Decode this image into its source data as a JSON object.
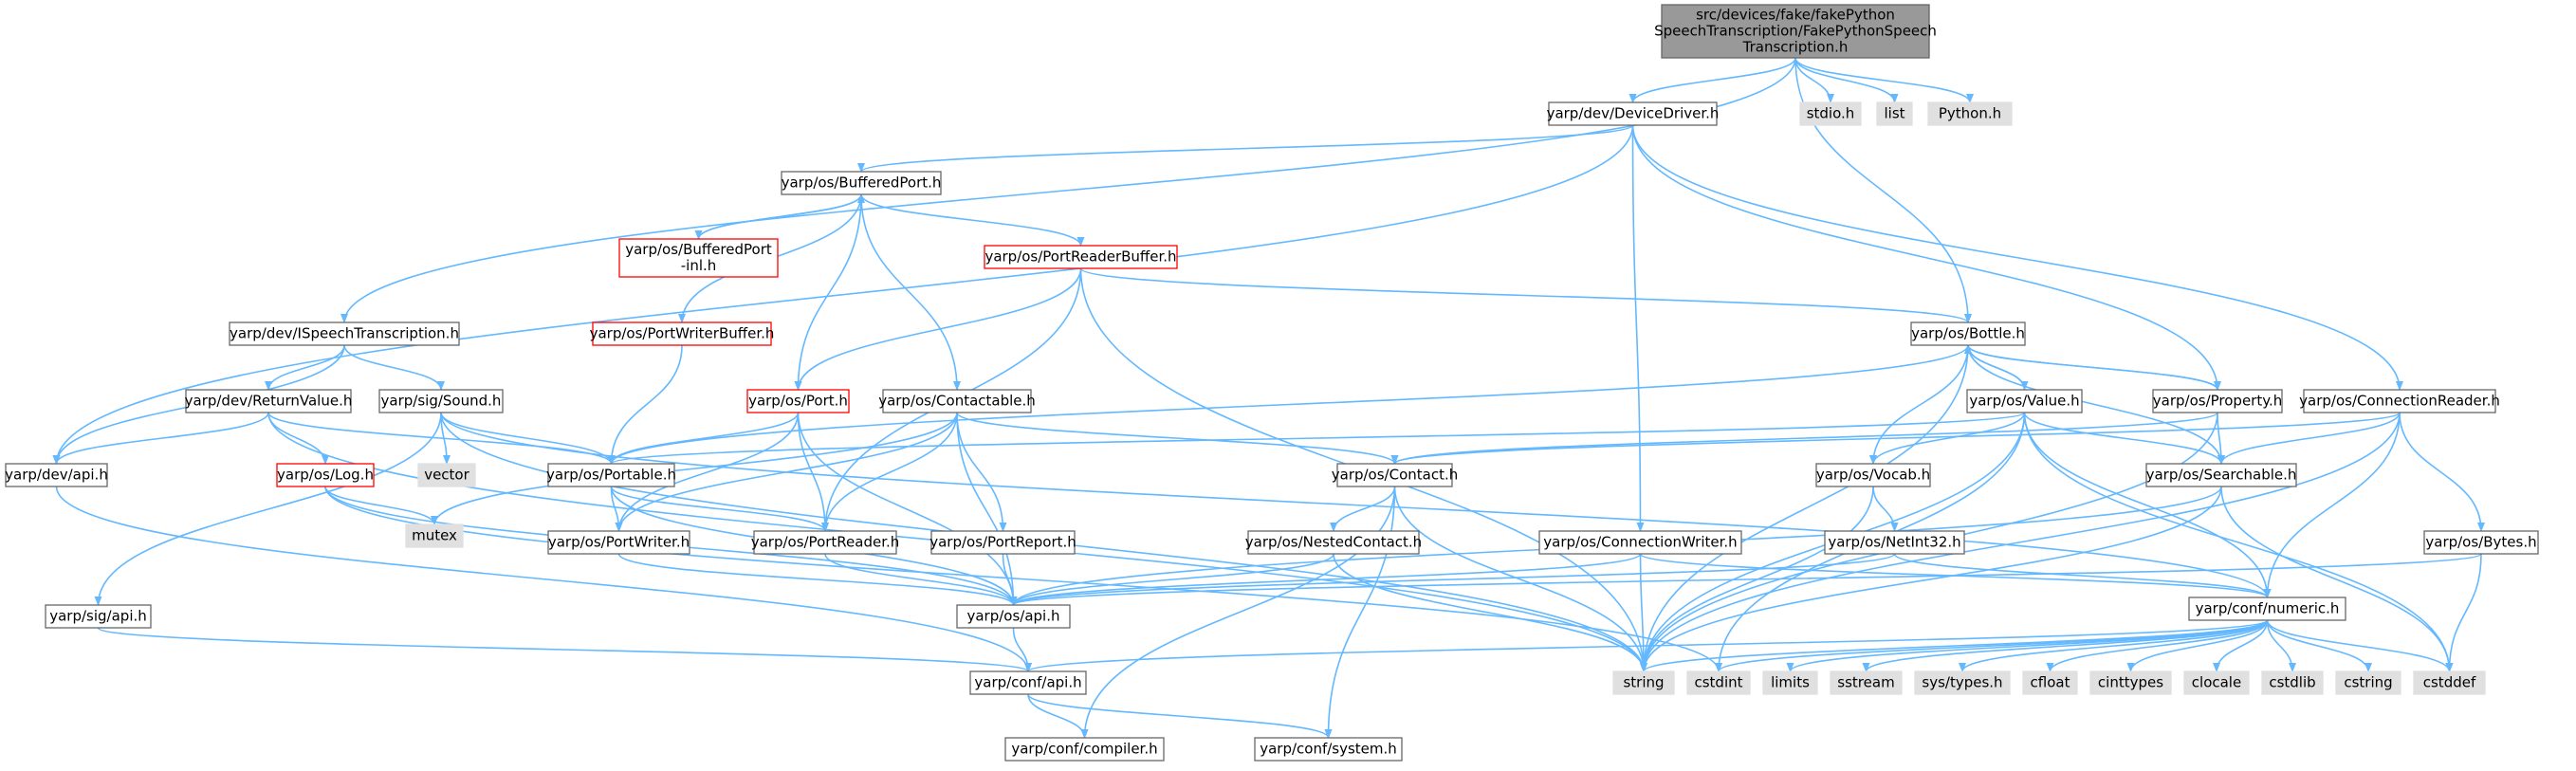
{
  "colors": {
    "node_fill": "#ffffff",
    "node_border": "#666666",
    "root_fill": "#999999",
    "root_border": "#666666",
    "external_fill": "#e0e0e0",
    "external_border": "#e0e0e0",
    "truncated_border": "#ff0000",
    "edge": "#63b8ff"
  },
  "nodes": [
    {
      "id": "root",
      "kind": "root",
      "lines": [
        "src/devices/fake/fakePython",
        "SpeechTranscription/FakePythonSpeech",
        "Transcription.h"
      ]
    },
    {
      "id": "devicedriver",
      "kind": "normal",
      "lines": [
        "yarp/dev/DeviceDriver.h"
      ]
    },
    {
      "id": "stdio",
      "kind": "external",
      "lines": [
        "stdio.h"
      ]
    },
    {
      "id": "list",
      "kind": "external",
      "lines": [
        "list"
      ]
    },
    {
      "id": "python",
      "kind": "external",
      "lines": [
        "Python.h"
      ]
    },
    {
      "id": "bufferedport",
      "kind": "normal",
      "lines": [
        "yarp/os/BufferedPort.h"
      ]
    },
    {
      "id": "bufferedportinl",
      "kind": "truncated",
      "lines": [
        "yarp/os/BufferedPort",
        "-inl.h"
      ]
    },
    {
      "id": "portreaderbuffer",
      "kind": "truncated",
      "lines": [
        "yarp/os/PortReaderBuffer.h"
      ]
    },
    {
      "id": "portwriterbuffer",
      "kind": "truncated",
      "lines": [
        "yarp/os/PortWriterBuffer.h"
      ]
    },
    {
      "id": "ispeech",
      "kind": "normal",
      "lines": [
        "yarp/dev/ISpeechTranscription.h"
      ]
    },
    {
      "id": "returnvalue",
      "kind": "normal",
      "lines": [
        "yarp/dev/ReturnValue.h"
      ]
    },
    {
      "id": "sound",
      "kind": "normal",
      "lines": [
        "yarp/sig/Sound.h"
      ]
    },
    {
      "id": "port",
      "kind": "truncated",
      "lines": [
        "yarp/os/Port.h"
      ]
    },
    {
      "id": "contactable",
      "kind": "normal",
      "lines": [
        "yarp/os/Contactable.h"
      ]
    },
    {
      "id": "bottle",
      "kind": "normal",
      "lines": [
        "yarp/os/Bottle.h"
      ]
    },
    {
      "id": "value",
      "kind": "normal",
      "lines": [
        "yarp/os/Value.h"
      ]
    },
    {
      "id": "property",
      "kind": "normal",
      "lines": [
        "yarp/os/Property.h"
      ]
    },
    {
      "id": "connectionreader",
      "kind": "normal",
      "lines": [
        "yarp/os/ConnectionReader.h"
      ]
    },
    {
      "id": "devapi",
      "kind": "normal",
      "lines": [
        "yarp/dev/api.h"
      ]
    },
    {
      "id": "log",
      "kind": "truncated",
      "lines": [
        "yarp/os/Log.h"
      ]
    },
    {
      "id": "vector",
      "kind": "external",
      "lines": [
        "vector"
      ]
    },
    {
      "id": "portable",
      "kind": "normal",
      "lines": [
        "yarp/os/Portable.h"
      ]
    },
    {
      "id": "contact",
      "kind": "normal",
      "lines": [
        "yarp/os/Contact.h"
      ]
    },
    {
      "id": "vocab",
      "kind": "normal",
      "lines": [
        "yarp/os/Vocab.h"
      ]
    },
    {
      "id": "searchable",
      "kind": "normal",
      "lines": [
        "yarp/os/Searchable.h"
      ]
    },
    {
      "id": "mutex",
      "kind": "external",
      "lines": [
        "mutex"
      ]
    },
    {
      "id": "portwriter",
      "kind": "normal",
      "lines": [
        "yarp/os/PortWriter.h"
      ]
    },
    {
      "id": "portreader",
      "kind": "normal",
      "lines": [
        "yarp/os/PortReader.h"
      ]
    },
    {
      "id": "portreport",
      "kind": "normal",
      "lines": [
        "yarp/os/PortReport.h"
      ]
    },
    {
      "id": "nestedcontact",
      "kind": "normal",
      "lines": [
        "yarp/os/NestedContact.h"
      ]
    },
    {
      "id": "connectionwriter",
      "kind": "normal",
      "lines": [
        "yarp/os/ConnectionWriter.h"
      ]
    },
    {
      "id": "netint32",
      "kind": "normal",
      "lines": [
        "yarp/os/NetInt32.h"
      ]
    },
    {
      "id": "bytes",
      "kind": "normal",
      "lines": [
        "yarp/os/Bytes.h"
      ]
    },
    {
      "id": "sigapi",
      "kind": "normal",
      "lines": [
        "yarp/sig/api.h"
      ]
    },
    {
      "id": "osapi",
      "kind": "normal",
      "lines": [
        "yarp/os/api.h"
      ]
    },
    {
      "id": "numeric",
      "kind": "normal",
      "lines": [
        "yarp/conf/numeric.h"
      ]
    },
    {
      "id": "confapi",
      "kind": "normal",
      "lines": [
        "yarp/conf/api.h"
      ]
    },
    {
      "id": "string",
      "kind": "external",
      "lines": [
        "string"
      ]
    },
    {
      "id": "cstdint",
      "kind": "external",
      "lines": [
        "cstdint"
      ]
    },
    {
      "id": "limits",
      "kind": "external",
      "lines": [
        "limits"
      ]
    },
    {
      "id": "sstream",
      "kind": "external",
      "lines": [
        "sstream"
      ]
    },
    {
      "id": "systypes",
      "kind": "external",
      "lines": [
        "sys/types.h"
      ]
    },
    {
      "id": "cfloat",
      "kind": "external",
      "lines": [
        "cfloat"
      ]
    },
    {
      "id": "cinttypes",
      "kind": "external",
      "lines": [
        "cinttypes"
      ]
    },
    {
      "id": "clocale",
      "kind": "external",
      "lines": [
        "clocale"
      ]
    },
    {
      "id": "cstdlib",
      "kind": "external",
      "lines": [
        "cstdlib"
      ]
    },
    {
      "id": "cstring",
      "kind": "external",
      "lines": [
        "cstring"
      ]
    },
    {
      "id": "cstddef",
      "kind": "external",
      "lines": [
        "cstddef"
      ]
    },
    {
      "id": "compiler",
      "kind": "normal",
      "lines": [
        "yarp/conf/compiler.h"
      ]
    },
    {
      "id": "system",
      "kind": "normal",
      "lines": [
        "yarp/conf/system.h"
      ]
    }
  ],
  "edges": [
    [
      "root",
      "devicedriver"
    ],
    [
      "root",
      "stdio"
    ],
    [
      "root",
      "list"
    ],
    [
      "root",
      "python"
    ],
    [
      "root",
      "ispeech"
    ],
    [
      "root",
      "bottle"
    ],
    [
      "devicedriver",
      "bufferedport"
    ],
    [
      "devicedriver",
      "devapi"
    ],
    [
      "devicedriver",
      "property"
    ],
    [
      "devicedriver",
      "connectionreader"
    ],
    [
      "devicedriver",
      "connectionwriter"
    ],
    [
      "bufferedport",
      "bufferedportinl"
    ],
    [
      "bufferedportinl",
      "bufferedport"
    ],
    [
      "bufferedport",
      "portreaderbuffer"
    ],
    [
      "bufferedport",
      "portwriterbuffer"
    ],
    [
      "bufferedport",
      "port"
    ],
    [
      "bufferedport",
      "contactable"
    ],
    [
      "portreaderbuffer",
      "port"
    ],
    [
      "portreaderbuffer",
      "bottle"
    ],
    [
      "portreaderbuffer",
      "portreader"
    ],
    [
      "portreaderbuffer",
      "string"
    ],
    [
      "portwriterbuffer",
      "portable"
    ],
    [
      "ispeech",
      "returnvalue"
    ],
    [
      "ispeech",
      "sound"
    ],
    [
      "ispeech",
      "devapi"
    ],
    [
      "returnvalue",
      "log"
    ],
    [
      "returnvalue",
      "devapi"
    ],
    [
      "returnvalue",
      "portable"
    ],
    [
      "returnvalue",
      "string"
    ],
    [
      "sound",
      "vector"
    ],
    [
      "sound",
      "portable"
    ],
    [
      "sound",
      "sigapi"
    ],
    [
      "sound",
      "numeric"
    ],
    [
      "sound",
      "string"
    ],
    [
      "port",
      "portable"
    ],
    [
      "port",
      "portwriter"
    ],
    [
      "port",
      "portreader"
    ],
    [
      "port",
      "osapi"
    ],
    [
      "contactable",
      "contact"
    ],
    [
      "contactable",
      "portreport"
    ],
    [
      "contactable",
      "portwriter"
    ],
    [
      "contactable",
      "portreader"
    ],
    [
      "contactable",
      "mutex"
    ],
    [
      "contactable",
      "osapi"
    ],
    [
      "bottle",
      "portable"
    ],
    [
      "bottle",
      "value"
    ],
    [
      "bottle",
      "property"
    ],
    [
      "bottle",
      "searchable"
    ],
    [
      "bottle",
      "vocab"
    ],
    [
      "bottle",
      "string"
    ],
    [
      "value",
      "bottle"
    ],
    [
      "value",
      "portable"
    ],
    [
      "value",
      "searchable"
    ],
    [
      "value",
      "vocab"
    ],
    [
      "value",
      "numeric"
    ],
    [
      "value",
      "string"
    ],
    [
      "value",
      "cstddef"
    ],
    [
      "value",
      "cstdint"
    ],
    [
      "property",
      "bottle"
    ],
    [
      "property",
      "searchable"
    ],
    [
      "property",
      "contact"
    ],
    [
      "property",
      "string"
    ],
    [
      "connectionreader",
      "searchable"
    ],
    [
      "connectionreader",
      "bytes"
    ],
    [
      "connectionreader",
      "numeric"
    ],
    [
      "connectionreader",
      "string"
    ],
    [
      "connectionreader",
      "contact"
    ],
    [
      "devapi",
      "confapi"
    ],
    [
      "log",
      "mutex"
    ],
    [
      "log",
      "osapi"
    ],
    [
      "log",
      "cstdint"
    ],
    [
      "portable",
      "portwriter"
    ],
    [
      "portable",
      "portreader"
    ],
    [
      "portable",
      "osapi"
    ],
    [
      "contact",
      "nestedcontact"
    ],
    [
      "contact",
      "string"
    ],
    [
      "contact",
      "compiler"
    ],
    [
      "contact",
      "system"
    ],
    [
      "vocab",
      "netint32"
    ],
    [
      "vocab",
      "string"
    ],
    [
      "searchable",
      "osapi"
    ],
    [
      "searchable",
      "string"
    ],
    [
      "searchable",
      "cstddef"
    ],
    [
      "portwriter",
      "osapi"
    ],
    [
      "portreader",
      "osapi"
    ],
    [
      "portreport",
      "osapi"
    ],
    [
      "nestedcontact",
      "osapi"
    ],
    [
      "nestedcontact",
      "string"
    ],
    [
      "connectionwriter",
      "osapi"
    ],
    [
      "connectionwriter",
      "numeric"
    ],
    [
      "connectionwriter",
      "string"
    ],
    [
      "netint32",
      "numeric"
    ],
    [
      "netint32",
      "osapi"
    ],
    [
      "bytes",
      "osapi"
    ],
    [
      "bytes",
      "cstddef"
    ],
    [
      "sigapi",
      "confapi"
    ],
    [
      "osapi",
      "confapi"
    ],
    [
      "numeric",
      "confapi"
    ],
    [
      "numeric",
      "string"
    ],
    [
      "numeric",
      "cstdint"
    ],
    [
      "numeric",
      "limits"
    ],
    [
      "numeric",
      "sstream"
    ],
    [
      "numeric",
      "systypes"
    ],
    [
      "numeric",
      "cfloat"
    ],
    [
      "numeric",
      "cinttypes"
    ],
    [
      "numeric",
      "clocale"
    ],
    [
      "numeric",
      "cstdlib"
    ],
    [
      "numeric",
      "cstring"
    ],
    [
      "numeric",
      "cstddef"
    ],
    [
      "confapi",
      "compiler"
    ],
    [
      "confapi",
      "system"
    ]
  ]
}
